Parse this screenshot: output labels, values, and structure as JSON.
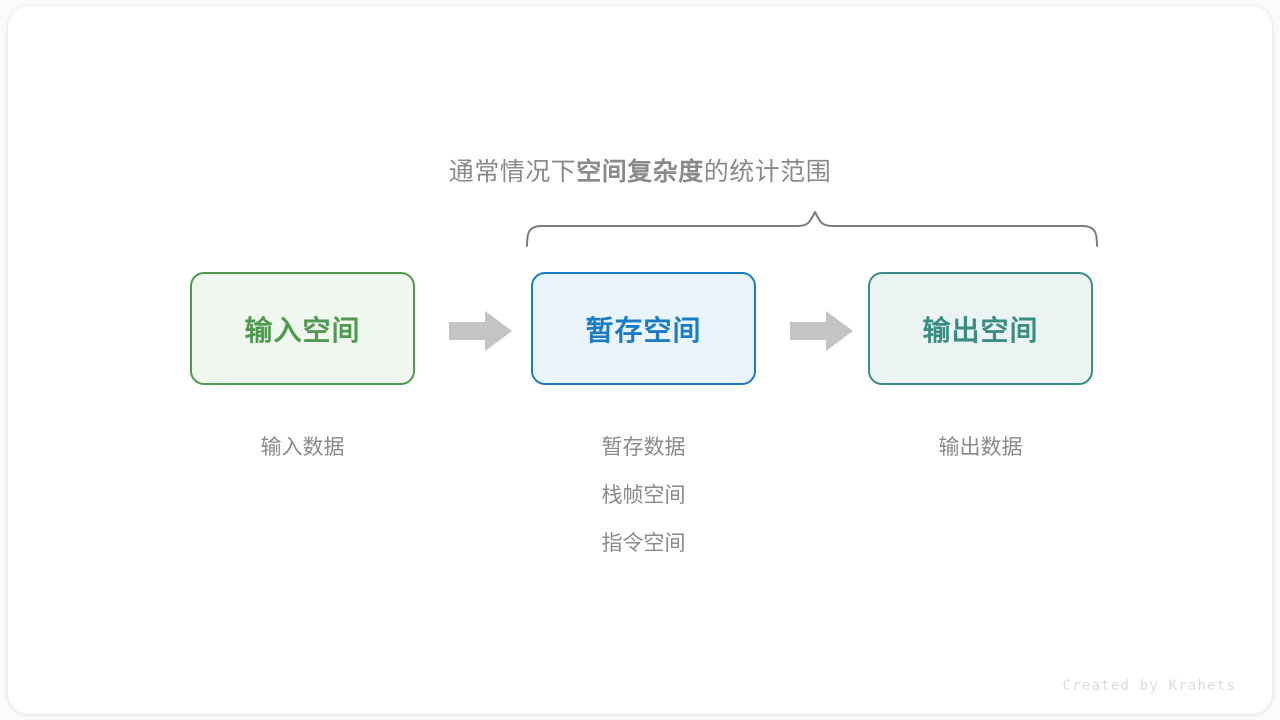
{
  "diagram": {
    "headline": {
      "prefix": "通常情况下",
      "emphasis": "空间复杂度",
      "suffix": "的统计范围"
    },
    "brace": {
      "name": "curly-brace",
      "color": "#7d7d7d",
      "covers": [
        "暂存空间",
        "输出空间"
      ]
    },
    "boxes": [
      {
        "id": "input-space",
        "label": "输入空间",
        "border_color": "#4f9a51",
        "fill_color": "#f0f7ef",
        "text_color": "#4f9a51"
      },
      {
        "id": "temp-space",
        "label": "暂存空间",
        "border_color": "#1b7cc4",
        "fill_color": "#e9f4fc",
        "text_color": "#1b7cc4"
      },
      {
        "id": "output-space",
        "label": "输出空间",
        "border_color": "#3a8d85",
        "fill_color": "#ebf4f2",
        "text_color": "#3a8d85"
      }
    ],
    "arrows": [
      {
        "id": "arrow-input-to-temp",
        "name": "right-arrow-icon",
        "color": "#c4c4c4"
      },
      {
        "id": "arrow-temp-to-output",
        "name": "right-arrow-icon",
        "color": "#c4c4c4"
      }
    ],
    "captions": [
      {
        "id": "input-captions",
        "lines": [
          "输入数据"
        ]
      },
      {
        "id": "temp-captions",
        "lines": [
          "暂存数据",
          "栈帧空间",
          "指令空间"
        ]
      },
      {
        "id": "output-captions",
        "lines": [
          "输出数据"
        ]
      }
    ],
    "caption_color": "#8a8a8a",
    "watermark": "Created by Krahets"
  }
}
